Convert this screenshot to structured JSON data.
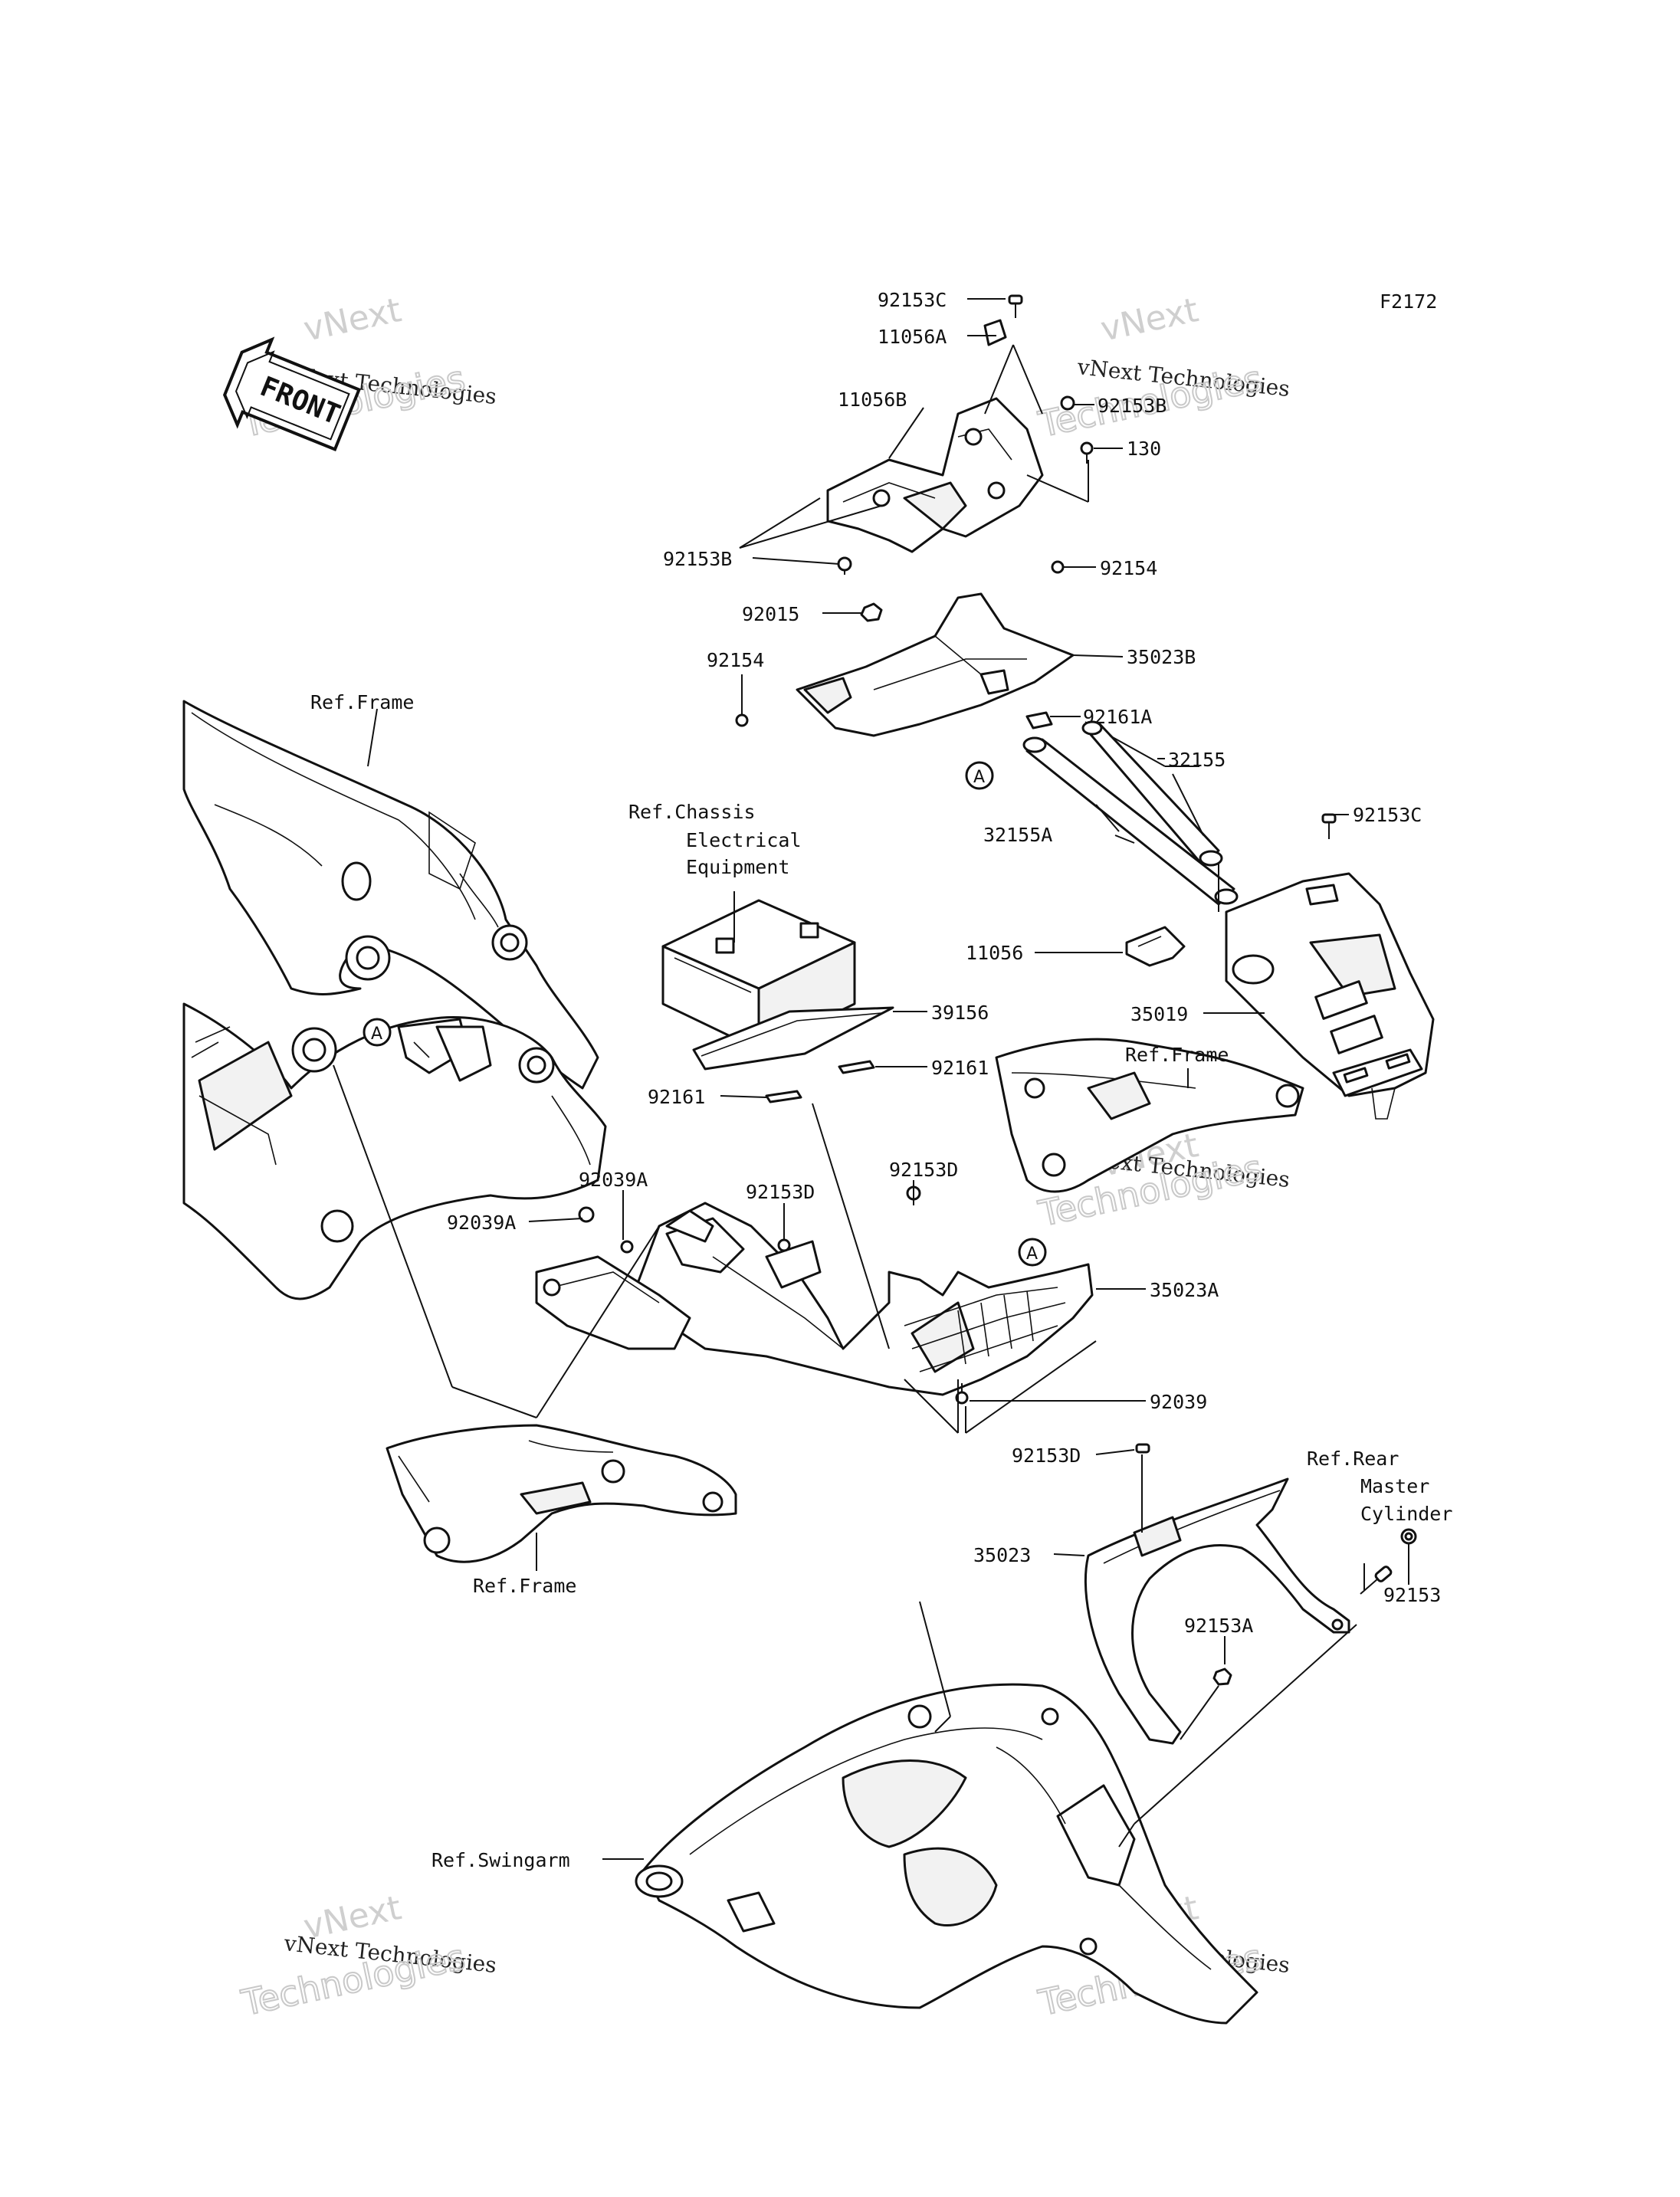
{
  "diagram_code": "F2172",
  "front_arrow_label": "FRONT",
  "callout_marker": "A",
  "watermark": {
    "company": "vNext Technologies",
    "word1": "vNext",
    "word2": "Technologies"
  },
  "labels": {
    "p92153C_top": "92153C",
    "p11056A": "11056A",
    "p11056B": "11056B",
    "p92153B_right": "92153B",
    "p130": "130",
    "p92153B_left": "92153B",
    "p92154_right": "92154",
    "p92015": "92015",
    "p92154_left": "92154",
    "p35023B": "35023B",
    "p92161A": "92161A",
    "p32155": "32155",
    "p32155A": "32155A",
    "p92153C_right": "92153C",
    "p11056": "11056",
    "p35019": "35019",
    "p39156": "39156",
    "p92161_right": "92161",
    "p92161_left": "92161",
    "p92153D_a": "92153D",
    "p92153D_b": "92153D",
    "p92039A_a": "92039A",
    "p92039A_b": "92039A",
    "p35023A": "35023A",
    "p92039": "92039",
    "p92153D_c": "92153D",
    "p35023": "35023",
    "p92153A": "92153A",
    "p92153": "92153"
  },
  "references": {
    "frame_top": "Ref.Frame",
    "chassis_1": "Ref.Chassis",
    "chassis_2": "Electrical",
    "chassis_3": "Equipment",
    "frame_right": "Ref.Frame",
    "frame_bottom": "Ref.Frame",
    "rear_1": "Ref.Rear",
    "rear_2": "Master",
    "rear_3": "Cylinder",
    "swingarm": "Ref.Swingarm"
  }
}
